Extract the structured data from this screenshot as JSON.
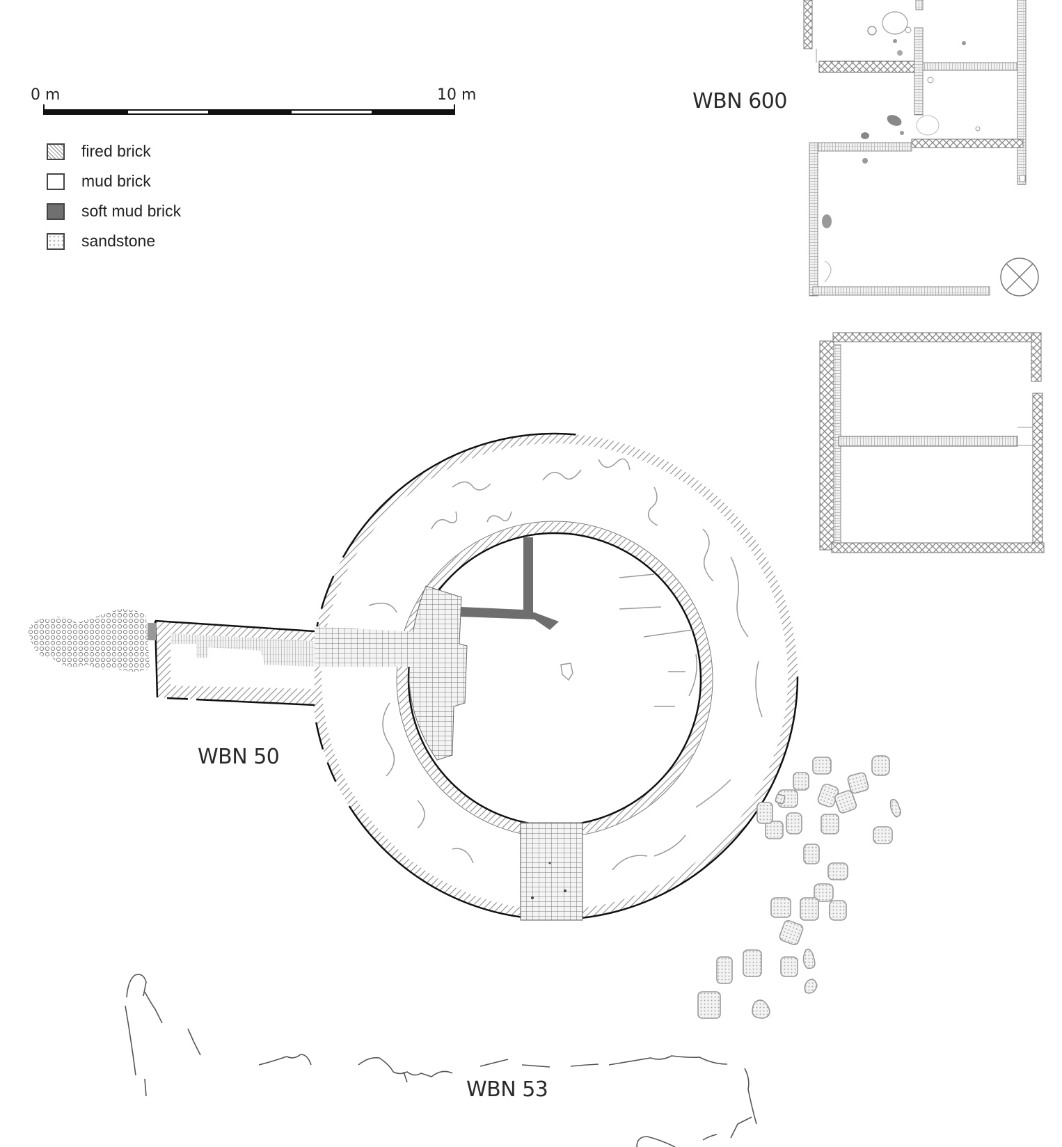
{
  "scale_bar": {
    "start_label": "0 m",
    "end_label": "10 m",
    "segments": 5
  },
  "legend": {
    "items": [
      {
        "label": "fired brick",
        "pattern": "hatched"
      },
      {
        "label": "mud brick",
        "pattern": "white"
      },
      {
        "label": "soft mud brick",
        "pattern": "dark-grey"
      },
      {
        "label": "sandstone",
        "pattern": "stippled"
      }
    ]
  },
  "structures": {
    "wbn600": {
      "label": "WBN 600"
    },
    "wbn50": {
      "label": "WBN 50"
    },
    "wbn53": {
      "label": "WBN 53"
    }
  },
  "colors": {
    "line": "#222222",
    "hatch": "#8a8a8a",
    "soft_mud_brick": "#6e6e6e",
    "sandstone_outline": "#999999"
  }
}
